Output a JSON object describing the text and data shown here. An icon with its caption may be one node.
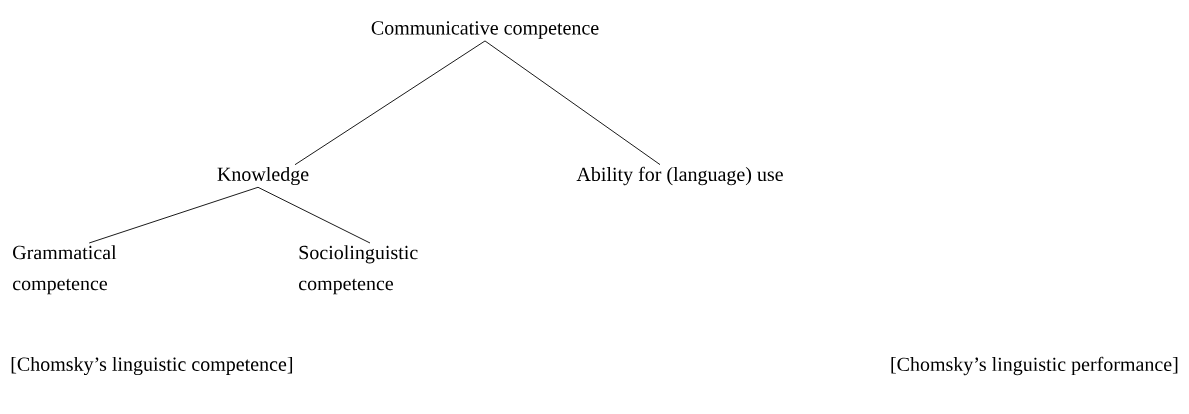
{
  "diagram": {
    "nodes": [
      {
        "text": [
          "Communicative competence"
        ]
      },
      {
        "text": [
          "Knowledge"
        ]
      },
      {
        "text": [
          "Ability for (language) use"
        ]
      },
      {
        "text": [
          "Grammatical competence"
        ]
      },
      {
        "text": [
          "Sociolinguistic competence"
        ]
      }
    ],
    "edges": [
      {
        "from": 0,
        "to": 1,
        "arrow": "none"
      },
      {
        "from": 0,
        "to": 2,
        "arrow": "none"
      },
      {
        "from": 1,
        "to": 3,
        "arrow": "none"
      },
      {
        "from": 1,
        "to": 4,
        "arrow": "none"
      }
    ],
    "labels": [
      "[Chomsky’s linguistic competence]",
      "[Chomsky’s linguistic performance]"
    ]
  }
}
